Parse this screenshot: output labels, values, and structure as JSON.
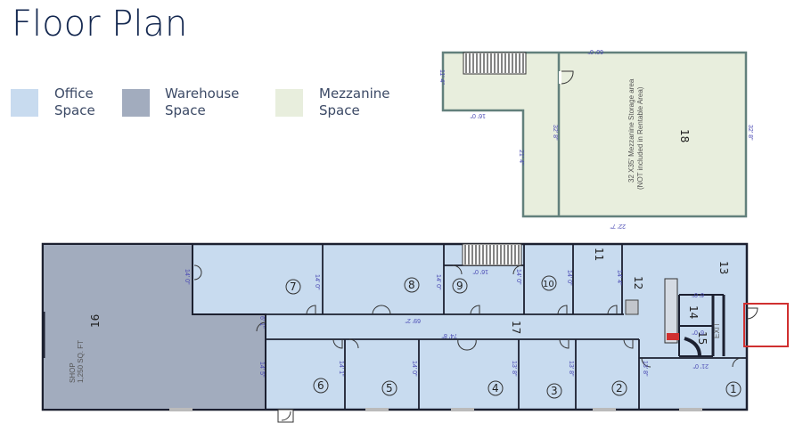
{
  "header": {
    "title": "Floor Plan"
  },
  "legend": {
    "items": [
      {
        "label": "Office\nSpace",
        "color": "#c8dbef"
      },
      {
        "label": "Warehouse\nSpace",
        "color": "#a2acbe"
      },
      {
        "label": "Mezzanine\nSpace",
        "color": "#e8eedd"
      }
    ]
  },
  "colors": {
    "office": "#c8dbef",
    "warehouse": "#a2acbe",
    "mezzanine": "#e8eedd",
    "wall": "#1c2030",
    "mezz_wall": "#62807c",
    "dimension": "#3535a8",
    "exit_box": "#d03030"
  },
  "mezzanine": {
    "room_number": "18",
    "note_line1": "32 X35' Mezzanine Storage area",
    "note_line2": "(NOT included in Rentable Area)",
    "dims": {
      "top": "60' 0\"",
      "left": "11' 4\"",
      "stair_bottom": "16' 0\"",
      "inner_left": "21' 4\"",
      "divider": "32' 8\"",
      "right": "32' 8\"",
      "bottom": "22' 7\""
    }
  },
  "ground": {
    "shop": {
      "number": "16",
      "line1": "SHOP",
      "line2": "1,250 SQ. FT"
    },
    "rooms": [
      "1",
      "2",
      "3",
      "4",
      "5",
      "6",
      "7",
      "8",
      "9",
      "10",
      "11",
      "12",
      "13",
      "14",
      "15",
      "17"
    ],
    "dims": {
      "r7": "14' 0\"",
      "r8": "14' 0\"",
      "r9a": "14' 0\"",
      "r9b": "16' 0\"",
      "r10": "14' 0\"",
      "r11": "14' 4\"",
      "shop_upper": "14' 0\"",
      "shop_door": "6' 1\"",
      "shop_lower": "14' 5\"",
      "r6": "14' 1\"",
      "r5": "14' 0\"",
      "r4": "13' 8\"",
      "r3": "13' 8\"",
      "r2": "13' 8\"",
      "corridor_upper": "69' 2\"",
      "corridor_lower": "74' 8\"",
      "r14": "6' 0\"",
      "r15": "6' 0\"",
      "r1": "21' 0\""
    },
    "exit_label": "EXIT"
  }
}
